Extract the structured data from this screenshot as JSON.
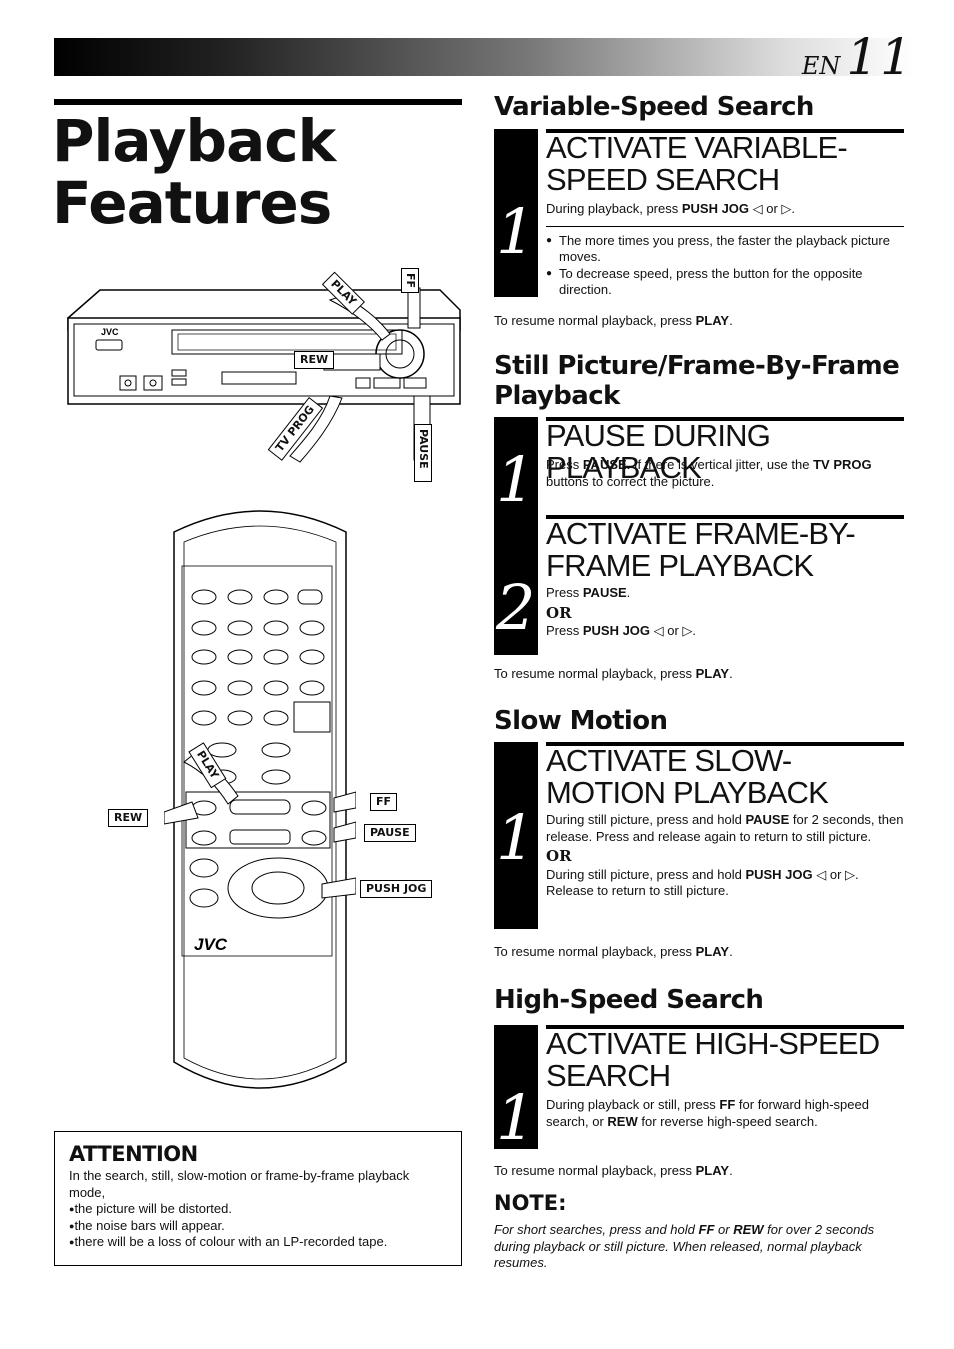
{
  "header": {
    "lang": "EN",
    "page_number": "11"
  },
  "title": {
    "line1": "Playback",
    "line2": "Features"
  },
  "vcr_labels": {
    "play": "PLAY",
    "ff": "FF",
    "rew": "REW",
    "tv_prog": "TV PROG",
    "pause": "PAUSE",
    "brand": "JVC"
  },
  "remote_labels": {
    "play": "PLAY",
    "rew": "REW",
    "ff": "FF",
    "pause": "PAUSE",
    "push_jog": "PUSH JOG",
    "brand": "JVC"
  },
  "attention": {
    "heading": "ATTENTION",
    "intro": "In the search, still, slow-motion or frame-by-frame playback mode,",
    "items": [
      "the picture will be distorted.",
      "the noise bars will appear.",
      "there will be a loss of colour with an LP-recorded tape."
    ]
  },
  "sections": {
    "variable": {
      "heading": "Variable-Speed Search",
      "step1": {
        "num": "1",
        "title": "ACTIVATE VARIABLE-SPEED SEARCH",
        "pre": "During playback, press ",
        "key": "PUSH JOG",
        "post": " ◁ or ▷.",
        "bullets": [
          "The more times you press, the faster the playback picture moves.",
          "To decrease speed, press the button for the opposite direction."
        ]
      },
      "resume_pre": "To resume normal playback, press ",
      "resume_key": "PLAY",
      "resume_post": "."
    },
    "still": {
      "heading": "Still Picture/Frame-By-Frame Playback",
      "step1": {
        "num": "1",
        "title": "PAUSE DURING PLAYBACK",
        "a": "Press ",
        "k1": "PAUSE.",
        "b": " If there is vertical jitter, use the ",
        "k2": "TV PROG",
        "c": " buttons to correct the picture."
      },
      "step2": {
        "num": "2",
        "title": "ACTIVATE FRAME-BY-FRAME PLAYBACK",
        "a": "Press ",
        "k1": "PAUSE",
        "b": ".",
        "or": "OR",
        "c": "Press ",
        "k2": "PUSH JOG",
        "d": " ◁ or ▷."
      },
      "resume_pre": "To resume normal playback, press ",
      "resume_key": "PLAY",
      "resume_post": "."
    },
    "slow": {
      "heading": "Slow Motion",
      "step1": {
        "num": "1",
        "title": "ACTIVATE SLOW-MOTION PLAYBACK",
        "a": "During still picture, press and hold ",
        "k1": "PAUSE",
        "b": "  for 2 seconds, then release. Press and release again to return to still picture.",
        "or": "OR",
        "c": "During still picture, press and hold ",
        "k2": "PUSH JOG",
        "d": " ◁ or ▷. Release to return to still picture."
      },
      "resume_pre": "To resume normal playback, press ",
      "resume_key": "PLAY",
      "resume_post": "."
    },
    "high": {
      "heading": "High-Speed Search",
      "step1": {
        "num": "1",
        "title": "ACTIVATE HIGH-SPEED SEARCH",
        "a": "During playback or still, press ",
        "k1": "FF",
        "b": " for forward high-speed search, or ",
        "k2": "REW",
        "c": " for reverse high-speed search."
      },
      "resume_pre": "To resume normal playback, press ",
      "resume_key": "PLAY",
      "resume_post": "."
    }
  },
  "note": {
    "heading": "NOTE:",
    "a": "For short searches, press and hold ",
    "k1": "FF",
    "b": " or ",
    "k2": "REW",
    "c": " for over 2 seconds during playback or still picture. When released, normal playback resumes."
  }
}
